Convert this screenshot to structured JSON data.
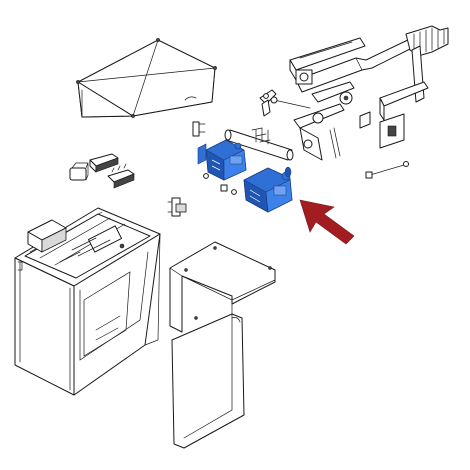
{
  "diagram": {
    "style": "exploded-view line drawing",
    "line_color": "#1a1a1a",
    "background_color": "#ffffff",
    "highlight_color": "#2f6fd6",
    "arrow_color": "#a11d21",
    "arrow_icon": "arrow-pointing-up-left-icon",
    "highlighted_parts": [
      "gearmotor-left",
      "gearmotor-right"
    ]
  }
}
